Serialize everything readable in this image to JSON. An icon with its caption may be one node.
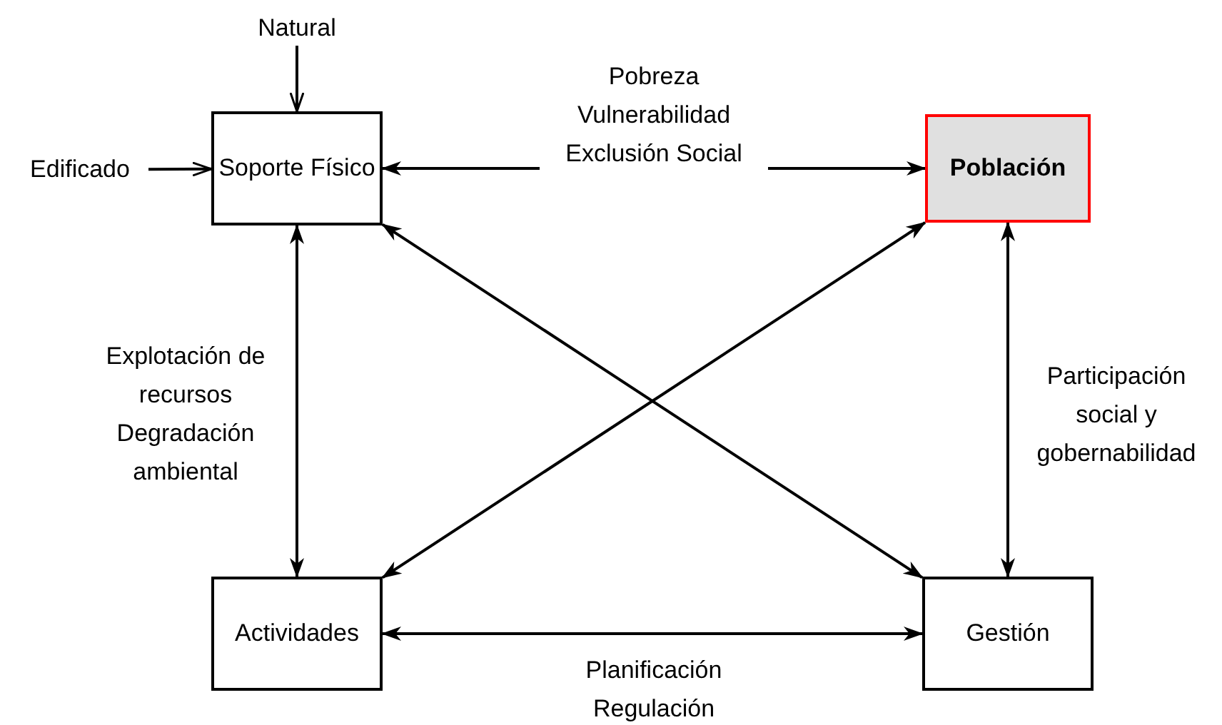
{
  "diagram": {
    "nodes": [
      {
        "text": [
          "Natural"
        ]
      },
      {
        "text": [
          "Edificado"
        ]
      },
      {
        "text": [
          "Soporte Físico"
        ]
      },
      {
        "text": [
          "Población"
        ]
      },
      {
        "text": [
          "Actividades"
        ]
      },
      {
        "text": [
          "Gestión"
        ]
      }
    ],
    "edges": [
      {
        "from": 0,
        "to": 2,
        "arrow": "to"
      },
      {
        "from": 1,
        "to": 2,
        "arrow": "to"
      },
      {
        "from": 2,
        "to": 3,
        "arrow": "both",
        "label": "Pobreza Vulnerabilidad Exclusión Social"
      },
      {
        "from": 2,
        "to": 4,
        "arrow": "both",
        "label": "Explotación de recursos Degradación ambiental"
      },
      {
        "from": 3,
        "to": 5,
        "arrow": "both",
        "label": "Participación social y gobernabilidad"
      },
      {
        "from": 4,
        "to": 5,
        "arrow": "both",
        "label": "Planificación Regulación"
      },
      {
        "from": 2,
        "to": 5,
        "arrow": "both"
      },
      {
        "from": 3,
        "to": 4,
        "arrow": "both"
      }
    ]
  }
}
